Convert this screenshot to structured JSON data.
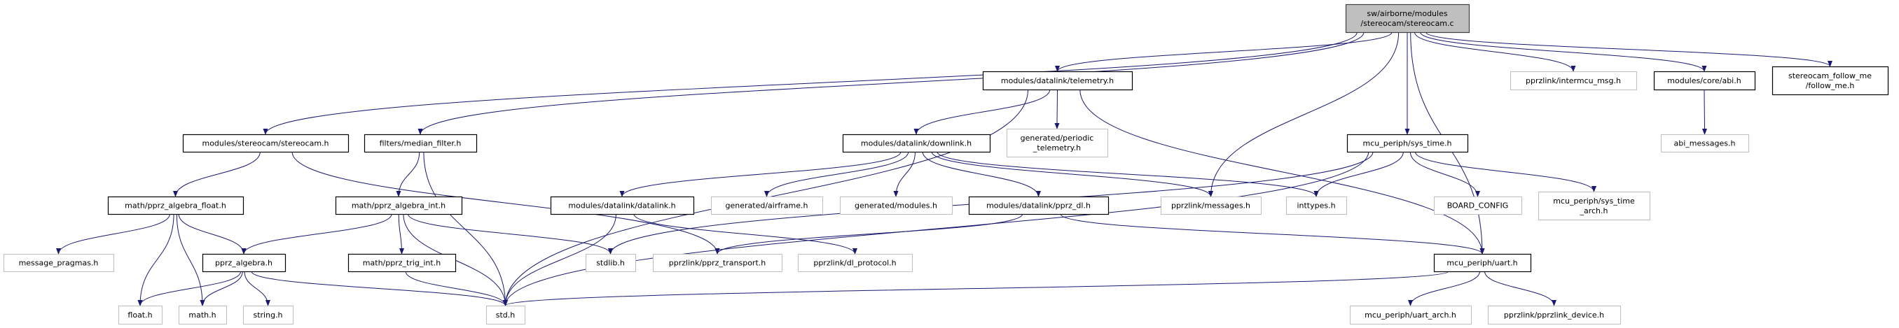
{
  "colors": {
    "edge": "#191970",
    "documented_border": "#000000",
    "external_border": "#bfbfbf",
    "root_fill": "#bfbfbf"
  },
  "nodes": {
    "root": {
      "lines": [
        "sw/airborne/modules",
        "/stereocam/stereocam.c"
      ],
      "kind": "root"
    },
    "stereocam_h": {
      "lines": [
        "modules/stereocam/stereocam.h"
      ],
      "kind": "documented"
    },
    "median_filter": {
      "lines": [
        "filters/median_filter.h"
      ],
      "kind": "documented"
    },
    "telemetry": {
      "lines": [
        "modules/datalink/telemetry.h"
      ],
      "kind": "documented"
    },
    "periodic_telemetry": {
      "lines": [
        "generated/periodic",
        "_telemetry.h"
      ],
      "kind": "external"
    },
    "intermcu": {
      "lines": [
        "pprzlink/intermcu_msg.h"
      ],
      "kind": "external"
    },
    "abi": {
      "lines": [
        "modules/core/abi.h"
      ],
      "kind": "documented"
    },
    "follow_me": {
      "lines": [
        "stereocam_follow_me",
        "/follow_me.h"
      ],
      "kind": "documented"
    },
    "downlink": {
      "lines": [
        "modules/datalink/downlink.h"
      ],
      "kind": "documented"
    },
    "sys_time": {
      "lines": [
        "mcu_periph/sys_time.h"
      ],
      "kind": "documented"
    },
    "abi_messages": {
      "lines": [
        "abi_messages.h"
      ],
      "kind": "external"
    },
    "algebra_float": {
      "lines": [
        "math/pprz_algebra_float.h"
      ],
      "kind": "documented"
    },
    "algebra_int": {
      "lines": [
        "math/pprz_algebra_int.h"
      ],
      "kind": "documented"
    },
    "datalink": {
      "lines": [
        "modules/datalink/datalink.h"
      ],
      "kind": "documented"
    },
    "airframe": {
      "lines": [
        "generated/airframe.h"
      ],
      "kind": "external"
    },
    "modules": {
      "lines": [
        "generated/modules.h"
      ],
      "kind": "external"
    },
    "pprz_dl": {
      "lines": [
        "modules/datalink/pprz_dl.h"
      ],
      "kind": "documented"
    },
    "messages": {
      "lines": [
        "pprzlink/messages.h"
      ],
      "kind": "external"
    },
    "inttypes": {
      "lines": [
        "inttypes.h"
      ],
      "kind": "external"
    },
    "board_config": {
      "lines": [
        "BOARD_CONFIG"
      ],
      "kind": "external"
    },
    "sys_time_arch": {
      "lines": [
        "mcu_periph/sys_time",
        "_arch.h"
      ],
      "kind": "external"
    },
    "message_pragmas": {
      "lines": [
        "message_pragmas.h"
      ],
      "kind": "external"
    },
    "pprz_algebra": {
      "lines": [
        "pprz_algebra.h"
      ],
      "kind": "documented"
    },
    "trig_int": {
      "lines": [
        "math/pprz_trig_int.h"
      ],
      "kind": "documented"
    },
    "stdlib": {
      "lines": [
        "stdlib.h"
      ],
      "kind": "external"
    },
    "pprz_transport": {
      "lines": [
        "pprzlink/pprz_transport.h"
      ],
      "kind": "external"
    },
    "dl_protocol": {
      "lines": [
        "pprzlink/dl_protocol.h"
      ],
      "kind": "external"
    },
    "uart": {
      "lines": [
        "mcu_periph/uart.h"
      ],
      "kind": "documented"
    },
    "float_h": {
      "lines": [
        "float.h"
      ],
      "kind": "external"
    },
    "math_h": {
      "lines": [
        "math.h"
      ],
      "kind": "external"
    },
    "string_h": {
      "lines": [
        "string.h"
      ],
      "kind": "external"
    },
    "std_h": {
      "lines": [
        "std.h"
      ],
      "kind": "external"
    },
    "uart_arch": {
      "lines": [
        "mcu_periph/uart_arch.h"
      ],
      "kind": "external"
    },
    "pprzlink_device": {
      "lines": [
        "pprzlink/pprzlink_device.h"
      ],
      "kind": "external"
    }
  },
  "edges": [
    [
      "root",
      "stereocam_h"
    ],
    [
      "root",
      "median_filter"
    ],
    [
      "root",
      "telemetry"
    ],
    [
      "root",
      "messages"
    ],
    [
      "root",
      "sys_time"
    ],
    [
      "root",
      "uart"
    ],
    [
      "root",
      "intermcu"
    ],
    [
      "root",
      "abi"
    ],
    [
      "root",
      "follow_me"
    ],
    [
      "stereocam_h",
      "algebra_float"
    ],
    [
      "stereocam_h",
      "pprz_transport"
    ],
    [
      "median_filter",
      "algebra_int"
    ],
    [
      "median_filter",
      "std_h"
    ],
    [
      "telemetry",
      "downlink"
    ],
    [
      "telemetry",
      "periodic_telemetry"
    ],
    [
      "telemetry",
      "std_h"
    ],
    [
      "telemetry",
      "uart"
    ],
    [
      "downlink",
      "datalink"
    ],
    [
      "downlink",
      "airframe"
    ],
    [
      "downlink",
      "modules"
    ],
    [
      "downlink",
      "pprz_dl"
    ],
    [
      "downlink",
      "messages"
    ],
    [
      "downlink",
      "inttypes"
    ],
    [
      "algebra_float",
      "message_pragmas"
    ],
    [
      "algebra_float",
      "float_h"
    ],
    [
      "algebra_float",
      "math_h"
    ],
    [
      "algebra_float",
      "pprz_algebra"
    ],
    [
      "algebra_int",
      "pprz_algebra"
    ],
    [
      "algebra_int",
      "trig_int"
    ],
    [
      "algebra_int",
      "std_h"
    ],
    [
      "algebra_int",
      "stdlib"
    ],
    [
      "datalink",
      "std_h"
    ],
    [
      "datalink",
      "dl_protocol"
    ],
    [
      "pprz_dl",
      "pprz_transport"
    ],
    [
      "pprz_dl",
      "uart"
    ],
    [
      "pprz_algebra",
      "float_h"
    ],
    [
      "pprz_algebra",
      "math_h"
    ],
    [
      "pprz_algebra",
      "string_h"
    ],
    [
      "pprz_algebra",
      "std_h"
    ],
    [
      "trig_int",
      "std_h"
    ],
    [
      "sys_time",
      "inttypes"
    ],
    [
      "sys_time",
      "board_config"
    ],
    [
      "sys_time",
      "sys_time_arch"
    ],
    [
      "sys_time",
      "stdlib"
    ],
    [
      "sys_time",
      "std_h"
    ],
    [
      "uart",
      "std_h"
    ],
    [
      "uart",
      "uart_arch"
    ],
    [
      "uart",
      "pprzlink_device"
    ],
    [
      "abi",
      "abi_messages"
    ]
  ]
}
